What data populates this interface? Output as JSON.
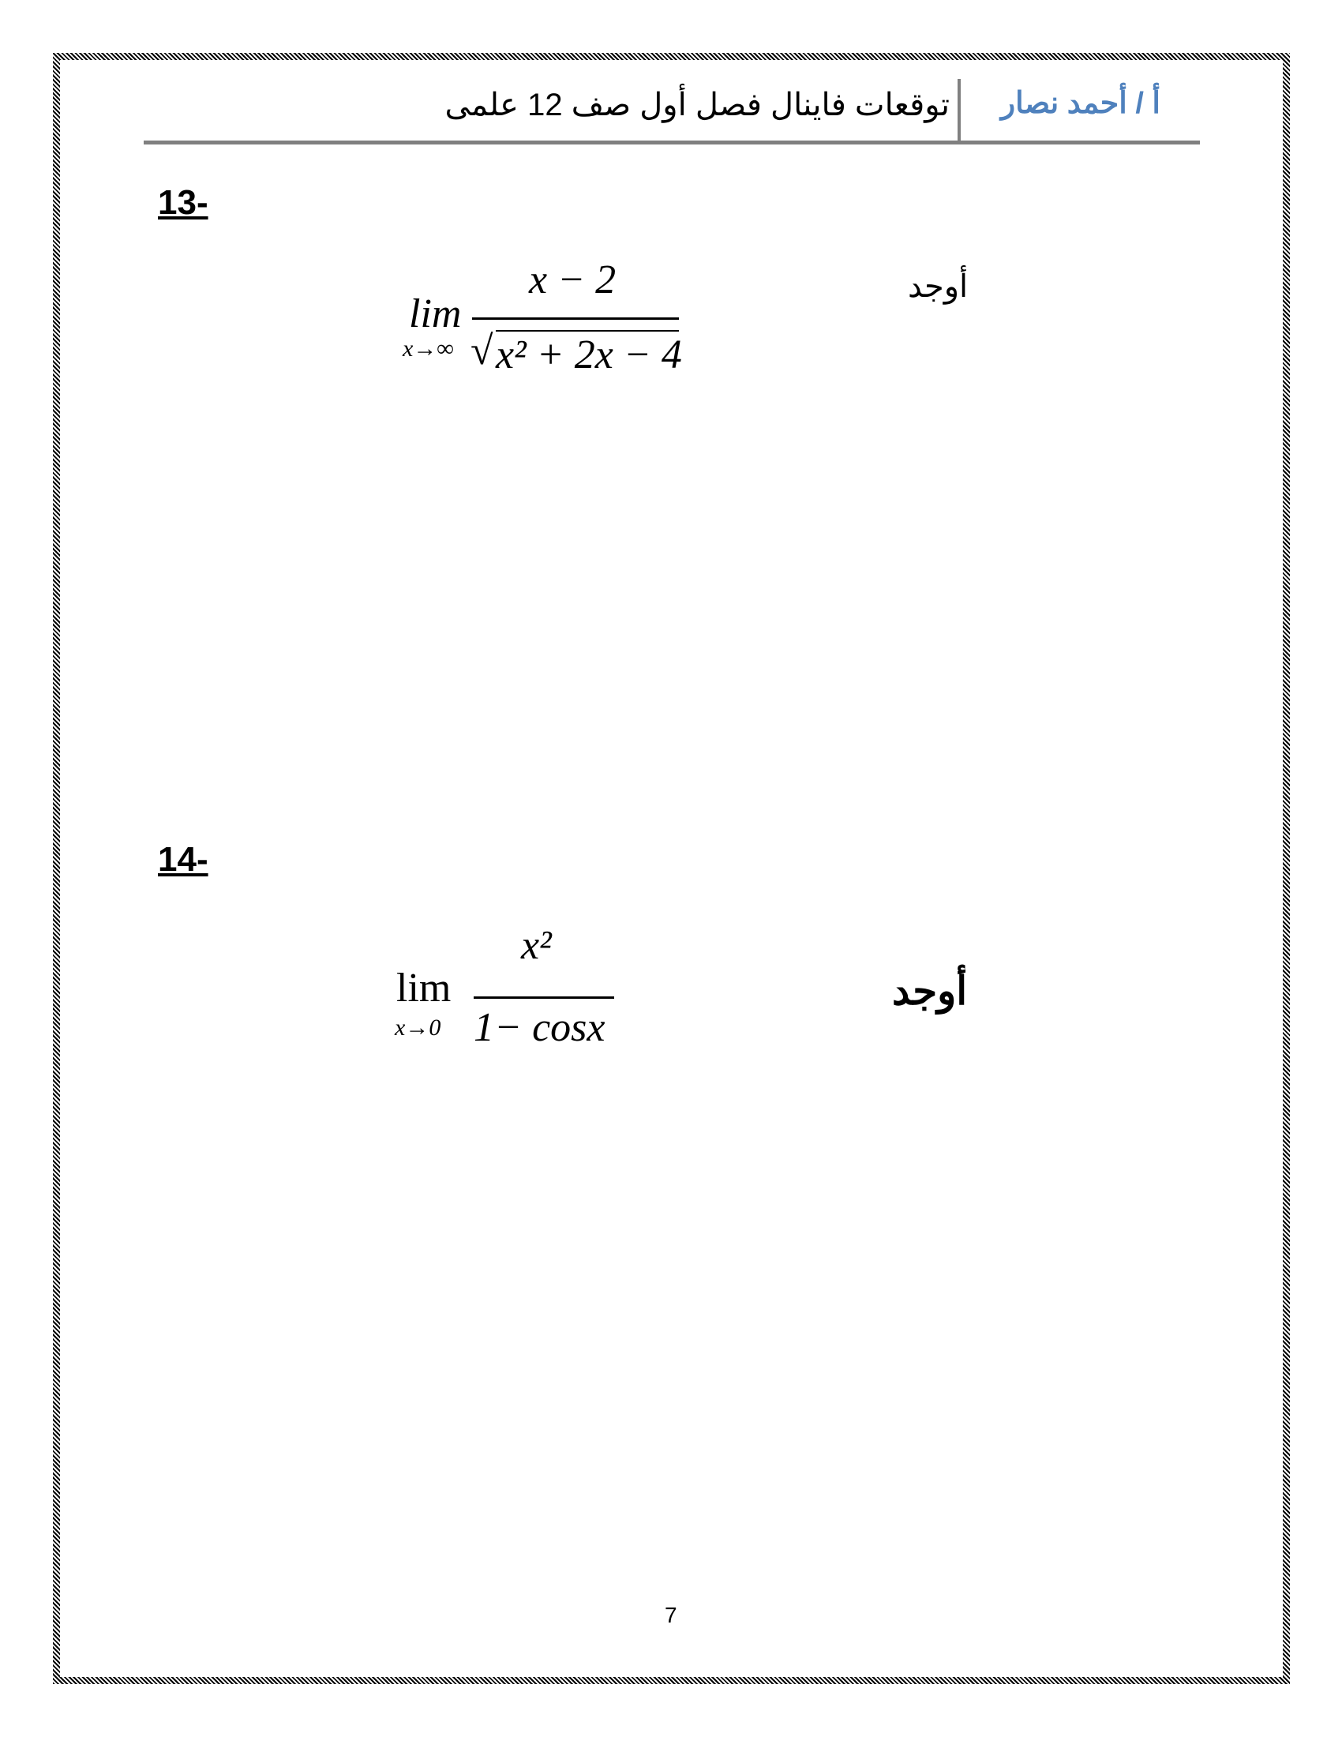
{
  "header": {
    "author": "أ / أحمد نصار",
    "title": "توقعات فاينال فصل أول صف 12 علمى"
  },
  "questions": [
    {
      "number": "13-",
      "instruction": "أوجد",
      "lim": "lim",
      "subscript": "x→∞",
      "numerator": "x − 2",
      "denominator": "x² + 2x − 4",
      "radical": "√"
    },
    {
      "number": "14-",
      "instruction": "أوجد",
      "lim": "lim",
      "subscript": "x→0",
      "numerator": "x²",
      "denominator": "1− cosx"
    }
  ],
  "page_number": "7"
}
